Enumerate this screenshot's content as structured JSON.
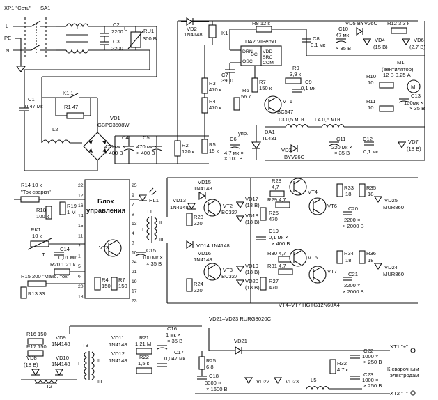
{
  "connectors": {
    "xp1_title": "XP1 \"Сеть\"",
    "pin_l": "L",
    "pin_pe": "PE",
    "pin_n": "N",
    "sa1": "SA1",
    "xt1": "XT1 \"+\"",
    "xt2": "XT2 \"–\"",
    "weld_label_1": "К сварочным",
    "weld_label_2": "электродам"
  },
  "mains_filter": {
    "l1": "L1",
    "c2": "C2",
    "c2_val": "2200",
    "c3": "C3",
    "c3_val": "2200",
    "ru1": "RU1",
    "ru1_val": "300 В",
    "u_mark": "U",
    "c1": "C1",
    "c1_val": "0,47 мк",
    "l2": "L2",
    "k11": "K1.1",
    "r1": "R1 47",
    "vd1": "VD1",
    "vd1_val": "GBPC3508W"
  },
  "bus": {
    "c4": "C4",
    "c4_val1": "470 мк ×",
    "c4_val2": "× 400 В",
    "c5": "C5",
    "c5_val1": "470 мк ×",
    "c5_val2": "× 400 В",
    "r2": "R2",
    "r2_val": "120 к"
  },
  "aux_supply": {
    "vd2": "VD2",
    "vd2_val": "1N4148",
    "k1": "K1",
    "r8": "R8 12 к",
    "da2": "DA2 VIPer50",
    "pin_drn": "DRN",
    "pin_osc": "OSC",
    "pin_vdd": "VDD",
    "pin_src": "SRC",
    "pin_com": "COM",
    "dc": "DC",
    "c7": "C7",
    "c7_val": "3900",
    "r7": "R7",
    "r7_val": "150 к",
    "r9": "R9",
    "r9_val": "3,9 к",
    "c9": "C9",
    "c9_val": "0,1 мк",
    "vt1": "VT1",
    "vt1_val": "BC547",
    "r3": "R3",
    "r3_val": "470 к",
    "r4": "R4",
    "r4_val": "470 к",
    "r6": "R6",
    "r6_val": "56 к",
    "r5": "R5",
    "r5_val": "15 к",
    "c6": "C6",
    "c6_val1": "4,7 мк ×",
    "c6_val2": "× 100 В",
    "da1": "DA1",
    "da1_val": "TL431",
    "upr": "упр.",
    "c8": "C8",
    "c8_val": "0,1 мк",
    "c10": "C10",
    "c10_val1": "47 мк",
    "c10_val2": "× 35 В",
    "vd5": "VD5 BYV26C",
    "r12": "R12 3,3 к",
    "vd4": "VD4",
    "vd4_val": "(15 В)",
    "vd6": "VD6",
    "vd6_val": "(2,7 В)",
    "m1": "M1",
    "m1_val1": "(вентилятор)",
    "m1_val2": "12 В 0,25 А",
    "r10": "R10",
    "r10_val": "10",
    "r11": "R11",
    "r11_val": "10",
    "c13": "C13",
    "c13_val1": "100мк ×",
    "c13_val2": "× 35 В",
    "l3": "L3 0,5 мГн",
    "l4": "L4 0,5 мГн",
    "vd3": "VD3",
    "vd3_val": "BYV26C",
    "c11": "C11",
    "c11_val1": "220 мк ×",
    "c11_val2": "× 35 В",
    "c12": "C12",
    "c12_val": "0,1 мк",
    "vd7": "VD7",
    "vd7_val": "(18 В)"
  },
  "control": {
    "block_line1": "Блок",
    "block_line2": "управления",
    "r14": "R14 10 к",
    "r14_sub": "\"Ток сварки\"",
    "r18": "R18",
    "r18_val": "100 к",
    "r19": "R19",
    "r19_val": "1 М",
    "rk1": "RK1",
    "rk1_val": "10 к",
    "t_mark": "T",
    "c14": "C14",
    "c14_val": "0,01 мк",
    "r20": "R20 1,21 к",
    "r15": "R15 200 \"Макс. ток\"",
    "r13": "R13 33",
    "r4c": "R4",
    "r4c_val": "150",
    "r7c": "R7",
    "r7c_val": "150",
    "vt3c": "VT3",
    "hl1": "HL1",
    "pins_left": [
      "22",
      "12",
      "16",
      "14",
      "15",
      "11",
      "2",
      "1",
      "5",
      "6",
      "20",
      "18"
    ],
    "pins_right": [
      "25",
      "9",
      "7",
      "8",
      "13",
      "4",
      "3",
      "10",
      "24",
      "21",
      "19",
      "17",
      "23"
    ]
  },
  "driver": {
    "t1": "T1",
    "w1": "I",
    "w2": "II",
    "w3": "III",
    "c15": "C15",
    "c15_val1": "100 мк ×",
    "c15_val2": "× 35 В",
    "vd15": "VD15",
    "vd15_val": "1N4148",
    "vd13": "VD13",
    "vd13_val": "1N4148",
    "vt2": "VT2",
    "vt2_val": "BC327",
    "r23": "R23",
    "r23_val": "220",
    "vd17": "VD17",
    "vd17_val": "(18 В)",
    "vd18": "VD18",
    "vd18_val": "(18 В)",
    "r26": "R26",
    "r26_val": "470",
    "r28": "R28",
    "r28_val": "4,7",
    "r29": "R29 4,7",
    "vd14": "VD14 1N4148",
    "vd16": "VD16",
    "vd16_val": "1N4148",
    "vt3": "VT3",
    "vt3_val": "BC327",
    "r24": "R24",
    "r24_val": "220",
    "vd19": "VD19",
    "vd19_val": "(18 В)",
    "vd20": "VD20",
    "vd20_val": "(18 В)",
    "r27": "R27",
    "r27_val": "470",
    "r30": "R30 4,7",
    "r31": "R31 4,7"
  },
  "power_stage": {
    "vt4": "VT4",
    "vt5": "VT5",
    "vt6": "VT6",
    "vt7": "VT7",
    "r33": "R33",
    "r33_val": "18",
    "r35": "R35",
    "r35_val": "18",
    "r34": "R34",
    "r34_val": "18",
    "r36": "R36",
    "r36_val": "18",
    "c19": "C19",
    "c19_val1": "0,1 мк ×",
    "c19_val2": "× 400 В",
    "c20": "C20",
    "c20_val1": "2200 ×",
    "c20_val2": "× 2000 В",
    "c21": "C21",
    "c21_val1": "2200 ×",
    "c21_val2": "× 2000 В",
    "vd25": "VD25",
    "vd25_val": "MUR860",
    "vd24": "VD24",
    "vd24_val": "MUR860",
    "vt_note": "VT4–VT7 HGTG12N60A4"
  },
  "current_sense": {
    "t3": "T3",
    "w1": "I",
    "w2": "II",
    "w3": "III",
    "t2": "T2",
    "r16": "R16 150",
    "r17": "R17 150",
    "vd9": "VD9",
    "vd9_val": "1N4148",
    "vd8": "VD8",
    "vd8_val": "(18 В)",
    "vd10": "VD10",
    "vd10_val": "1N4148",
    "vd11": "VD11",
    "vd11_val": "1N4148",
    "vd12": "VD12",
    "vd12_val": "1N4148",
    "r21": "R21",
    "r21_val": "1,21 М",
    "r22": "R22",
    "r22_val": "1,5 к",
    "c16": "C16",
    "c16_val1": "1 мк ×",
    "c16_val2": "× 35 В",
    "c17": "C17",
    "c17_val": "0,047 мк"
  },
  "output": {
    "rectifier_note": "VD21–VD23 RURG3020C",
    "vd21": "VD21",
    "vd22": "VD22",
    "vd23": "VD23",
    "r25": "R25",
    "r25_val": "6,8",
    "c18": "C18",
    "c18_val1": "3300 ×",
    "c18_val2": "× 1600 В",
    "l5": "L5",
    "r32": "R32",
    "r32_val": "4,7 к",
    "c22": "C22",
    "c22_val1": "1000 ×",
    "c22_val2": "× 250 В",
    "c23": "C23",
    "c23_val1": "1000 ×",
    "c23_val2": "× 250 В"
  }
}
